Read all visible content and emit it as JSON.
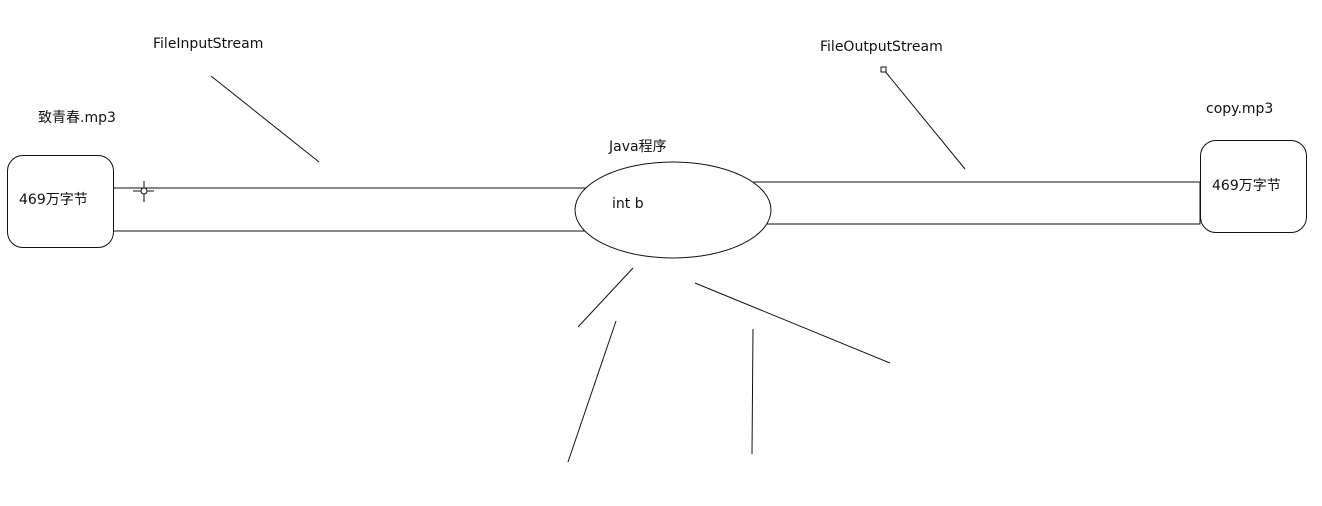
{
  "labels": {
    "input_stream": "FileInputStream",
    "output_stream": "FileOutputStream",
    "source_file": "致青春.mp3",
    "target_file": "copy.mp3",
    "program": "Java程序",
    "variable": "int b"
  },
  "source_box": {
    "text": "469万字节"
  },
  "target_box": {
    "text": "469万字节"
  },
  "colors": {
    "stroke": "#111111",
    "background": "#ffffff"
  }
}
